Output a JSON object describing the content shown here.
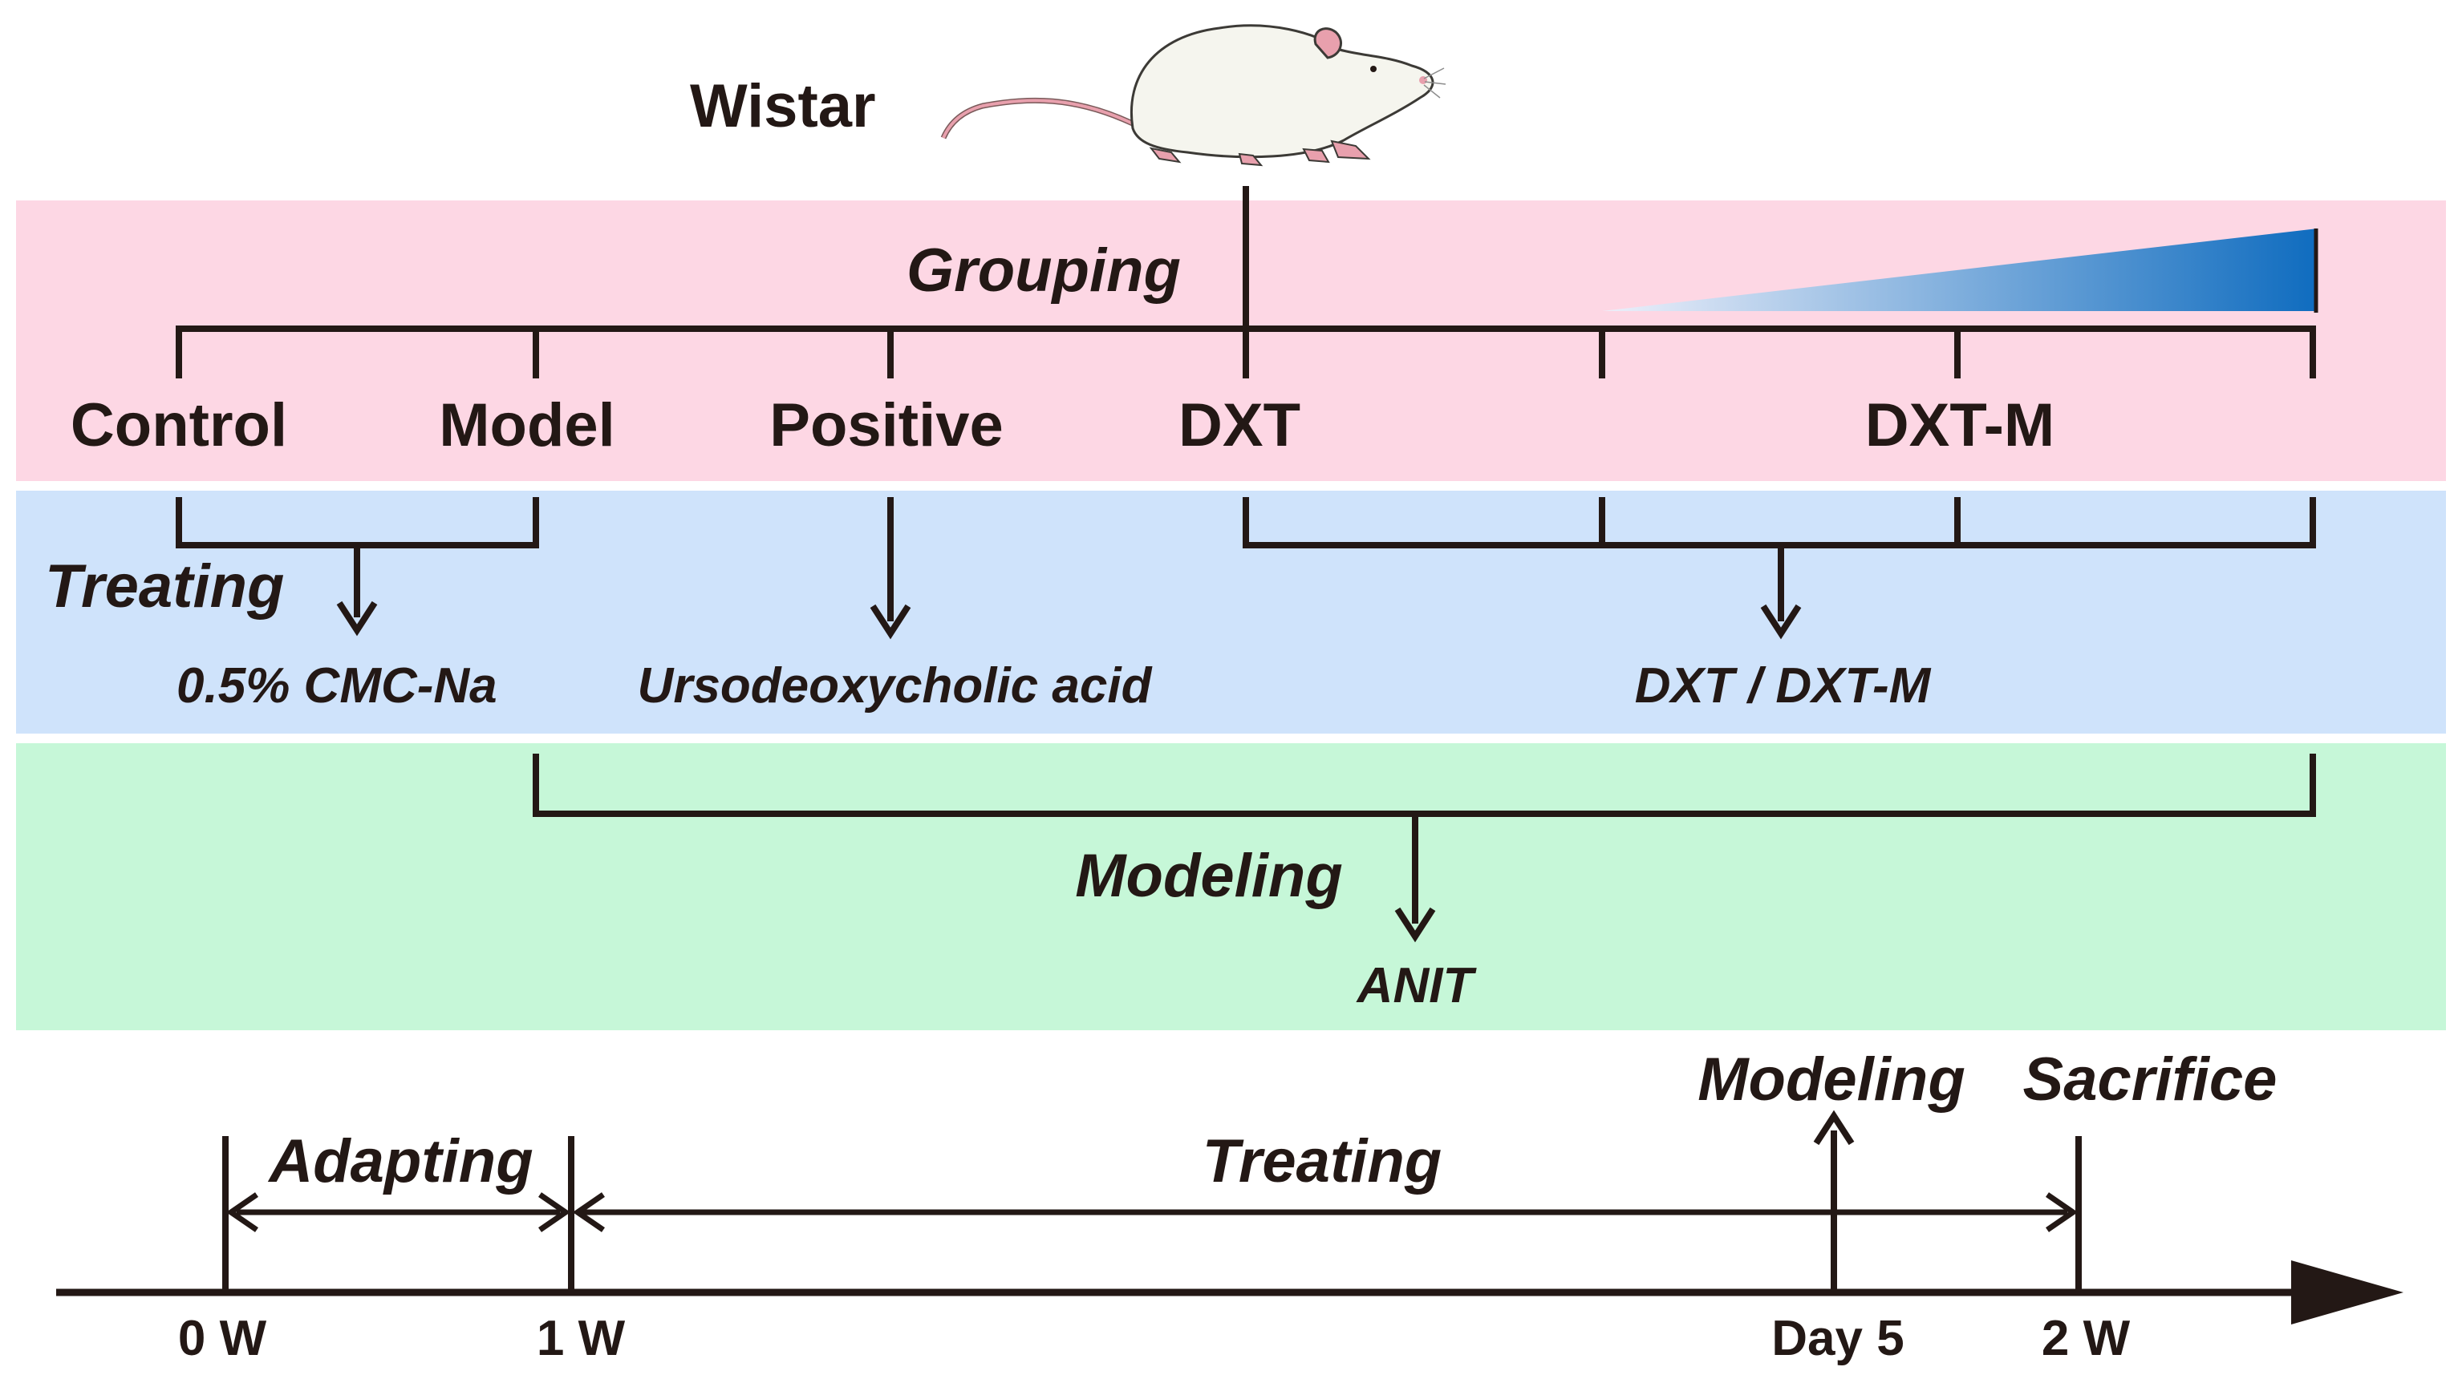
{
  "header": {
    "animal_label": "Wistar"
  },
  "sections": {
    "grouping": {
      "label": "Grouping",
      "band_color": "#fdd7e4"
    },
    "treating": {
      "label": "Treating",
      "band_color": "#cfe3fb"
    },
    "modeling": {
      "label": "Modeling",
      "band_color": "#c6f7d8"
    }
  },
  "groups": {
    "control": "Control",
    "model": "Model",
    "positive": "Positive",
    "dxt": "DXT",
    "dxt_m": "DXT-M"
  },
  "treatments": {
    "vehicle": "0.5% CMC-Na",
    "positive_drug": "Ursodeoxycholic acid",
    "dxt_drug": "DXT / DXT-M"
  },
  "modeling_agent": "ANIT",
  "dose_gradient": {
    "color_start": "#eef0fa",
    "color_end": "#0f6cbf"
  },
  "timeline": {
    "phases": {
      "adapting": "Adapting",
      "treating": "Treating"
    },
    "events": {
      "modeling": "Modeling",
      "sacrifice": "Sacrifice"
    },
    "ticks": {
      "t0": "0 W",
      "t1": "1 W",
      "day5": "Day 5",
      "t2": "2 W"
    }
  },
  "colors": {
    "ink": "#231815",
    "rat_body": "#f5f5ee",
    "rat_pink": "#e8a0ad"
  }
}
